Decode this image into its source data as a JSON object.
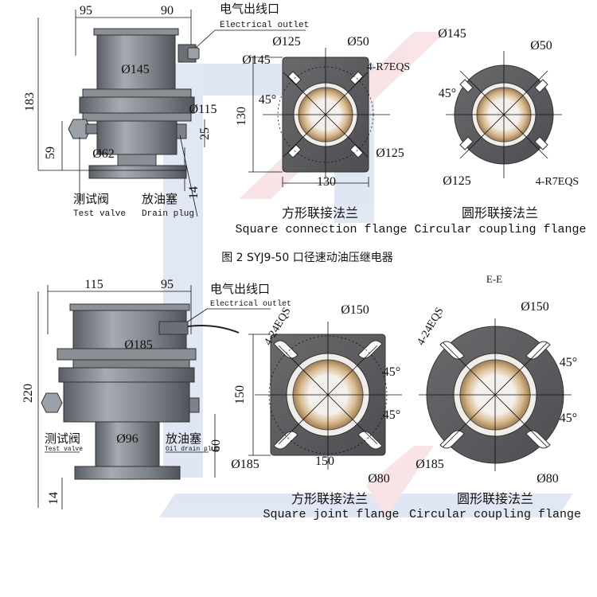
{
  "colors": {
    "steel": "#7a7f86",
    "steel_dark": "#4f545a",
    "flange": "#6e6e70",
    "bore": "#c9a57a",
    "watermark_blue": "#c8d3ea",
    "watermark_red": "#f4cfd3"
  },
  "top": {
    "valve": {
      "dims": {
        "w_left": "95",
        "w_right": "90",
        "h_total": "183",
        "h_low": "59",
        "h_mid": "25",
        "h_base": "14",
        "d_body": "Ø145",
        "d_neck": "Ø115",
        "d_stem": "Ø62"
      },
      "outlet_zh": "电气出线口",
      "outlet_en": "Electrical outlet",
      "test_zh": "测试阀",
      "test_en": "Test valve",
      "drain_zh": "放油塞",
      "drain_en": "Drain plug"
    },
    "square": {
      "d_outer": "Ø145",
      "d_pcd": "Ø125",
      "d_bore": "Ø50",
      "d_pcd2": "Ø125",
      "holes": "4-R7EQS",
      "angle": "45°",
      "height": "130",
      "width": "130"
    },
    "circular": {
      "d_outer": "Ø145",
      "d_bore": "Ø50",
      "d_pcd": "Ø125",
      "holes": "4-R7EQS",
      "angle": "45°"
    },
    "square_zh": "方形联接法兰",
    "circular_zh": "圆形联接法兰",
    "flange_en": "Square connection flange Circular coupling flange",
    "caption": "图 2 SYJ9-50 口径速动油压继电器",
    "section": "E-E"
  },
  "bottom": {
    "valve": {
      "dims": {
        "w_left": "115",
        "w_right": "95",
        "h_total": "220",
        "h_low": "60",
        "h_base": "14",
        "d_body": "Ø185",
        "d_stem": "Ø96"
      },
      "outlet_zh": "电气出线口",
      "outlet_en": "Electrical outlet",
      "test_zh": "测试阀",
      "test_en": "Test valve",
      "drain_zh": "放油塞",
      "drain_en": "Oil drain plug"
    },
    "square": {
      "holes": "4-24EQS",
      "d_top": "Ø150",
      "angle1": "45°",
      "angle2": "45°",
      "height": "150",
      "width": "150",
      "d_outer": "Ø185",
      "d_bore": "Ø80",
      "label_zh": "方形联接法兰",
      "label_en": "Square joint flange"
    },
    "circular": {
      "holes": "4-24EQS",
      "d_top": "Ø150",
      "angle1": "45°",
      "angle2": "45°",
      "d_outer": "Ø185",
      "d_bore": "Ø80",
      "label_zh": "圆形联接法兰",
      "label_en": "Circular coupling flange"
    }
  }
}
